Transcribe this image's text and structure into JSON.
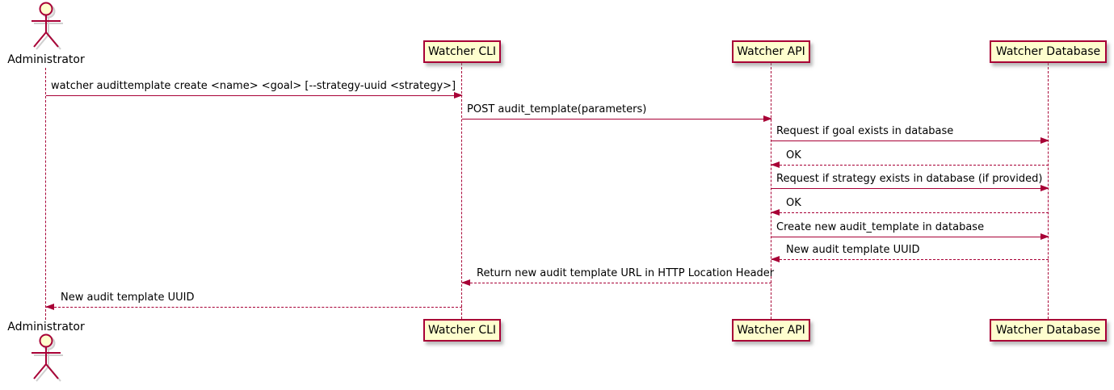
{
  "diagram": {
    "type": "uml-sequence",
    "colors": {
      "accent": "#A80036",
      "box_fill": "#FEFECE",
      "text": "#000000",
      "background": "#FFFFFF"
    },
    "actor": {
      "name": "Administrator"
    },
    "participants": [
      {
        "label": "Watcher CLI"
      },
      {
        "label": "Watcher API"
      },
      {
        "label": "Watcher Database"
      }
    ],
    "messages": [
      {
        "from": "Administrator",
        "to": "Watcher CLI",
        "style": "solid",
        "label": "watcher audittemplate create <name> <goal> [--strategy-uuid <strategy>]"
      },
      {
        "from": "Watcher CLI",
        "to": "Watcher API",
        "style": "solid",
        "label": "POST audit_template(parameters)"
      },
      {
        "from": "Watcher API",
        "to": "Watcher Database",
        "style": "solid",
        "label": "Request if goal exists in database"
      },
      {
        "from": "Watcher Database",
        "to": "Watcher API",
        "style": "dashed",
        "label": "OK"
      },
      {
        "from": "Watcher API",
        "to": "Watcher Database",
        "style": "solid",
        "label": "Request if strategy exists in database (if provided)"
      },
      {
        "from": "Watcher Database",
        "to": "Watcher API",
        "style": "dashed",
        "label": "OK"
      },
      {
        "from": "Watcher API",
        "to": "Watcher Database",
        "style": "solid",
        "label": "Create new audit_template in database"
      },
      {
        "from": "Watcher Database",
        "to": "Watcher API",
        "style": "dashed",
        "label": "New audit template UUID"
      },
      {
        "from": "Watcher API",
        "to": "Watcher CLI",
        "style": "dashed",
        "label": "Return new audit template URL in HTTP Location Header"
      },
      {
        "from": "Watcher CLI",
        "to": "Administrator",
        "style": "dashed",
        "label": "New audit template UUID"
      }
    ]
  }
}
